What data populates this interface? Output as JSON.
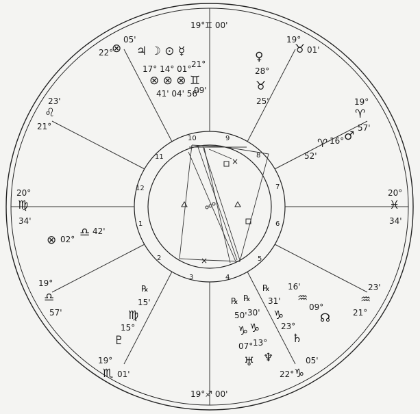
{
  "cusps": {
    "top": "19°♊ 00'",
    "bottom": "19°♐ 00'",
    "left_deg": "20°",
    "left_sign": "♍",
    "left_min": "34'",
    "right_deg": "20°",
    "right_sign": "♓",
    "right_min": "34'",
    "c11_deg": "19°",
    "c11_sign": "♉",
    "c11_min": "01'",
    "c12_deg": "19°",
    "c12_sign": "♈",
    "c12_min": "57'",
    "c8_deg": "23'",
    "c8_sign": "♌",
    "c8_min": "21°",
    "c5_deg": "19°",
    "c5_sign": "♎",
    "c5_min": "57'",
    "c2_deg": "23'",
    "c2_sign": "♒",
    "c2_min": "21°",
    "c3_deg": "22°",
    "c3_sign": "♑",
    "c3_min": "05'",
    "c6_deg": "19°",
    "c6_sign": "♏",
    "c6_min": "01'",
    "c9_deg": "22°",
    "c9_sign": "⊗",
    "c9_min": "05'"
  },
  "planets": {
    "cluster_top": {
      "glyphs": "♃ ☽ ⊙ ☿",
      "degrees": "17° 14° 01°",
      "sign_row": "⊗ ⊗ ⊗ ♊",
      "minutes": "41' 04' 56'",
      "mercury_deg": "21°",
      "mercury_min": "09'"
    },
    "venus": {
      "glyph": "♀",
      "deg": "28°",
      "sign": "♉",
      "min": "25'"
    },
    "mars": {
      "glyph": "♂",
      "deg": "16°",
      "sign": "♈",
      "min": "52'"
    },
    "pof": {
      "glyph": "⊗",
      "deg": "02°",
      "sign": "♎",
      "min": "42'"
    },
    "pluto": {
      "glyph": "♇",
      "deg": "15°",
      "sign": "♍",
      "min": "15'",
      "retro": "℞"
    },
    "lower_cluster": {
      "retro1": "℞",
      "retro2": "℞",
      "retro3": "℞",
      "min1": "50'",
      "min2": "30'",
      "min3": "31'",
      "sign1": "♑",
      "sign2": "♑",
      "sign3": "♑",
      "deg1": "07°",
      "deg2": "13°",
      "deg3": "23°",
      "uranus": "♅",
      "neptune": "♆",
      "saturn": "♄"
    },
    "node": {
      "glyph": "☊",
      "deg": "09°",
      "sign": "♒",
      "min": "16'"
    }
  },
  "houses": [
    "1",
    "2",
    "3",
    "4",
    "5",
    "6",
    "7",
    "8",
    "9",
    "10",
    "11",
    "12"
  ]
}
